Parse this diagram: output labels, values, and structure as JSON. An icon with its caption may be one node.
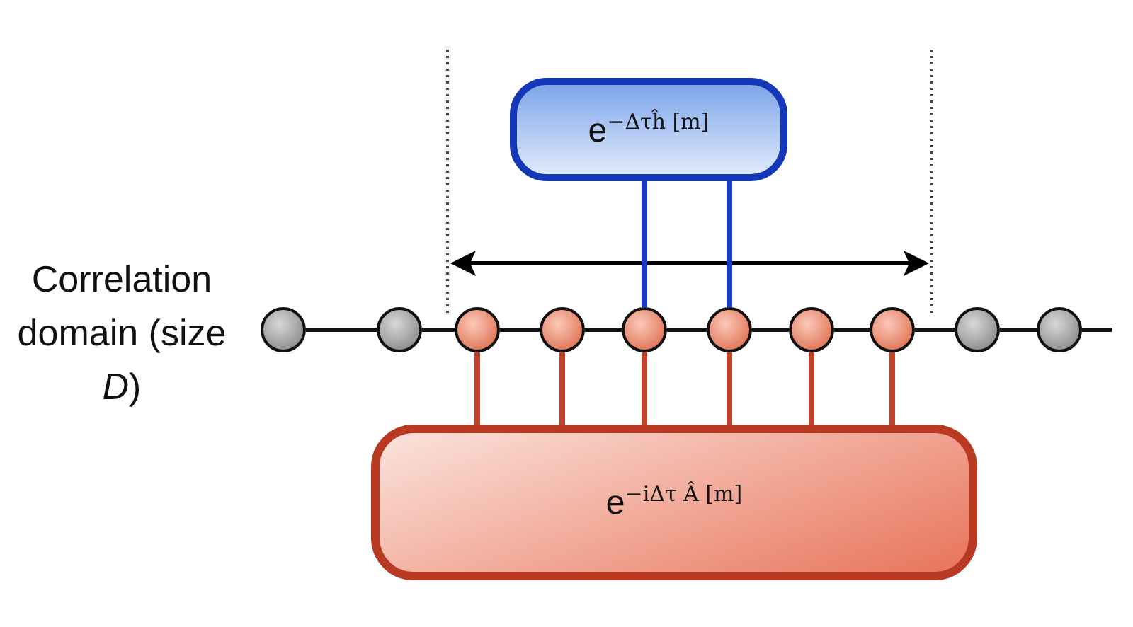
{
  "diagram": {
    "nodes": [
      {
        "text": [
          "e$^{−Δτĥ [m]}$"
        ]
      },
      {
        "text": [
          "e$^{−iΔτ Â [m]}$"
        ]
      },
      {
        "text": [],
        "shape": "circle"
      },
      {
        "text": [],
        "shape": "circle"
      },
      {
        "text": [],
        "shape": "circle"
      },
      {
        "text": [],
        "shape": "circle"
      },
      {
        "text": [],
        "shape": "circle"
      },
      {
        "text": [],
        "shape": "circle"
      },
      {
        "text": [],
        "shape": "circle"
      },
      {
        "text": [],
        "shape": "circle"
      },
      {
        "text": [],
        "shape": "circle"
      },
      {
        "text": [],
        "shape": "circle"
      }
    ],
    "edges": [
      {
        "from": 2,
        "to": 3,
        "arrow": "none"
      },
      {
        "from": 3,
        "to": 4,
        "arrow": "none"
      },
      {
        "from": 4,
        "to": 5,
        "arrow": "none"
      },
      {
        "from": 5,
        "to": 6,
        "arrow": "none"
      },
      {
        "from": 6,
        "to": 7,
        "arrow": "none"
      },
      {
        "from": 7,
        "to": 8,
        "arrow": "none"
      },
      {
        "from": 8,
        "to": 9,
        "arrow": "none"
      },
      {
        "from": 9,
        "to": 10,
        "arrow": "none"
      },
      {
        "from": 10,
        "to": 11,
        "arrow": "none"
      },
      {
        "from": 0,
        "to": 6,
        "arrow": "none",
        "color": "#1a3cc4"
      },
      {
        "from": 0,
        "to": 7,
        "arrow": "none",
        "color": "#1a3cc4"
      },
      {
        "from": 4,
        "to": 1,
        "arrow": "none",
        "color": "#c0432b"
      },
      {
        "from": 5,
        "to": 1,
        "arrow": "none",
        "color": "#c0432b"
      },
      {
        "from": 6,
        "to": 1,
        "arrow": "none",
        "color": "#c0432b"
      },
      {
        "from": 7,
        "to": 1,
        "arrow": "none",
        "color": "#c0432b"
      },
      {
        "from": 8,
        "to": 1,
        "arrow": "none",
        "color": "#c0432b"
      },
      {
        "from": 9,
        "to": 1,
        "arrow": "none",
        "color": "#c0432b"
      }
    ],
    "labels": [
      "Correlation domain (size *D*)"
    ]
  }
}
